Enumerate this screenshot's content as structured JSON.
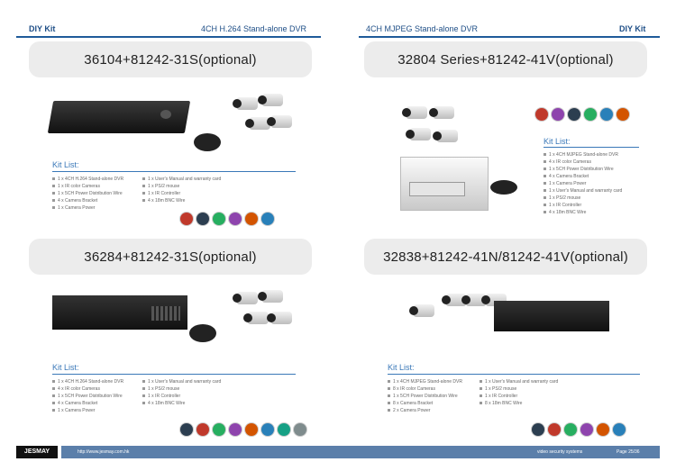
{
  "header": {
    "left_title": "DIY Kit",
    "left_sub": "4CH H.264 Stand-alone DVR",
    "right_sub": "4CH MJPEG Stand-alone DVR",
    "right_title": "DIY Kit"
  },
  "kits": [
    {
      "title": "36104+81242-31S(optional)",
      "kit_list_label": "Kit List:",
      "items": [
        "1 x 4CH H.264 Stand-alone DVR",
        "1 x IR color Cameras",
        "1 x 5CH Power Distribution Wire",
        "4 x Camera Bracket",
        "1 x Camera Power",
        "1 x User's Manual and warranty card",
        "1 x PS/2 mouse",
        "1 x IR Controller",
        "4 x 18m BNC Wire"
      ]
    },
    {
      "title": "32804 Series+81242-41V(optional)",
      "kit_list_label": "Kit List:",
      "items": [
        "1 x 4CH MJPEG Stand-alone DVR",
        "4 x IR color Cameras",
        "1 x 5CH Power Distribution Wire",
        "4 x Camera Bracket",
        "1 x Camera Power",
        "1 x User's Manual and warranty card",
        "1 x PS/2 mouse",
        "1 x IR Controller",
        "4 x 18m BNC Wire"
      ]
    },
    {
      "title": "36284+81242-31S(optional)",
      "kit_list_label": "Kit List:",
      "items": [
        "1 x 4CH H.264 Stand-alone DVR",
        "4 x IR color Cameras",
        "1 x 5CH Power Distribution Wire",
        "4 x Camera Bracket",
        "1 x Camera Power",
        "1 x User's Manual and warranty card",
        "1 x PS/2 mouse",
        "1 x IR Controller",
        "4 x 18m BNC Wire"
      ]
    },
    {
      "title": "32838+81242-41N/81242-41V(optional)",
      "kit_list_label": "Kit List:",
      "items": [
        "1 x 4CH MJPEG Stand-alone DVR",
        "8 x IR color Cameras",
        "1 x 5CH Power Distribution Wire",
        "8 x Camera Bracket",
        "2 x Camera Power",
        "1 x User's Manual and warranty card",
        "1 x PS/2 mouse",
        "1 x IR Controller",
        "8 x 18m BNC Wire"
      ]
    }
  ],
  "footer": {
    "brand": "JESMAY",
    "url": "http://www.jesmay.com.hk",
    "tagline": "video security systems",
    "page": "Page 25/36"
  },
  "colors": {
    "accent": "#1f5b9a",
    "kit_label": "#3a78b8",
    "banner_bg": "#ececec"
  }
}
